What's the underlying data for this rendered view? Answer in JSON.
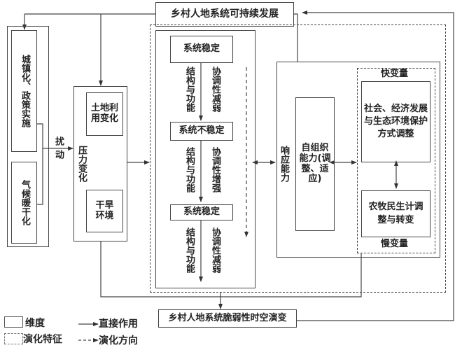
{
  "top_box": "乡村人地系统可持续发展",
  "bottom_box": "乡村人地系统脆弱性时空演变",
  "drivers": {
    "urbanization_policy": "城镇化、政策实施",
    "climate": "气候暖干化",
    "disturbance_label": "扰动"
  },
  "pressure": {
    "label": "压力变化",
    "land_use": "土地利用变化",
    "drought": "干旱环境"
  },
  "states": {
    "stable_1": "系统稳定",
    "unstable": "系统不稳定",
    "stable_2": "系统稳定",
    "structure_function": "结构与功能",
    "coord_weaken": "协调性减弱",
    "coord_strengthen": "协调性增强"
  },
  "response": {
    "label": "响应能力",
    "self_org": "自组织能力(调整、适应)",
    "fast_var_label": "快变量",
    "fast_var": "社会、经济发展与生态环境保护方式调整",
    "slow_var": "农牧民生计调整与转变",
    "slow_var_label": "慢变量"
  },
  "legend": {
    "dimension": "维度",
    "evolution_feature": "演化特征",
    "direct_effect": "直接作用",
    "evolution_direction": "演化方向"
  }
}
